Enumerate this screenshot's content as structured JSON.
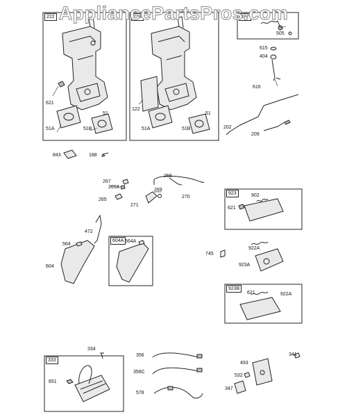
{
  "watermark": "AppliancePartsPros.com",
  "boxes": {
    "b222": "222",
    "b223": "223",
    "b337": "337",
    "b923": "923",
    "b604A": "604A",
    "b923B": "923B",
    "b333": "333"
  },
  "labels": {
    "l621a": "621",
    "l51a": "51",
    "l51A_a": "51A",
    "l51B_a": "51B",
    "l122": "122",
    "l51b": "51",
    "l51A_b": "51A",
    "l51B_b": "51B",
    "l505": "505",
    "l615": "615",
    "l404": "404",
    "l616": "616",
    "l202": "202",
    "l209": "209",
    "l843": "843",
    "l188": "188",
    "l267": "267",
    "l265A": "265A",
    "l265": "265",
    "l268": "268",
    "l269": "269",
    "l270": "270",
    "l271": "271",
    "l902": "902",
    "l621b": "621",
    "l472": "472",
    "l564": "564",
    "l604": "604",
    "l564A": "564A",
    "l745": "745",
    "l922A_a": "922A",
    "l923A": "923A",
    "l621c": "621",
    "l922A_b": "922A",
    "l334": "334",
    "l651": "651",
    "l356": "356",
    "l356C": "356C",
    "l578": "578",
    "l341": "341",
    "l493": "493",
    "l532": "532",
    "l347": "347"
  }
}
